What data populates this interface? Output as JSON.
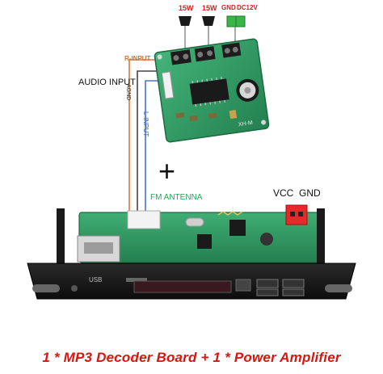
{
  "amp_labels": {
    "left_speaker": "15W",
    "right_speaker": "15W",
    "gnd": "GND",
    "dc": "DC12V",
    "r_input": "R-INPUT",
    "agnd": "AGND",
    "l_input": "L-INPUT",
    "audio_input": "AUDIO INPUT",
    "model": "XH-M"
  },
  "plus_sign": "+",
  "decoder_labels": {
    "fm_antenna": "FM ANTENNA",
    "vcc": "VCC",
    "gnd": "GND",
    "usb": "USB"
  },
  "caption": "1 * MP3 Decoder Board + 1 * Power Amplifier",
  "colors": {
    "pcb_green": "#2f9a63",
    "label_red": "#d32020",
    "caption_red": "#d8150f",
    "fm_label_green": "#22a85a",
    "panel_black": "#141414"
  }
}
